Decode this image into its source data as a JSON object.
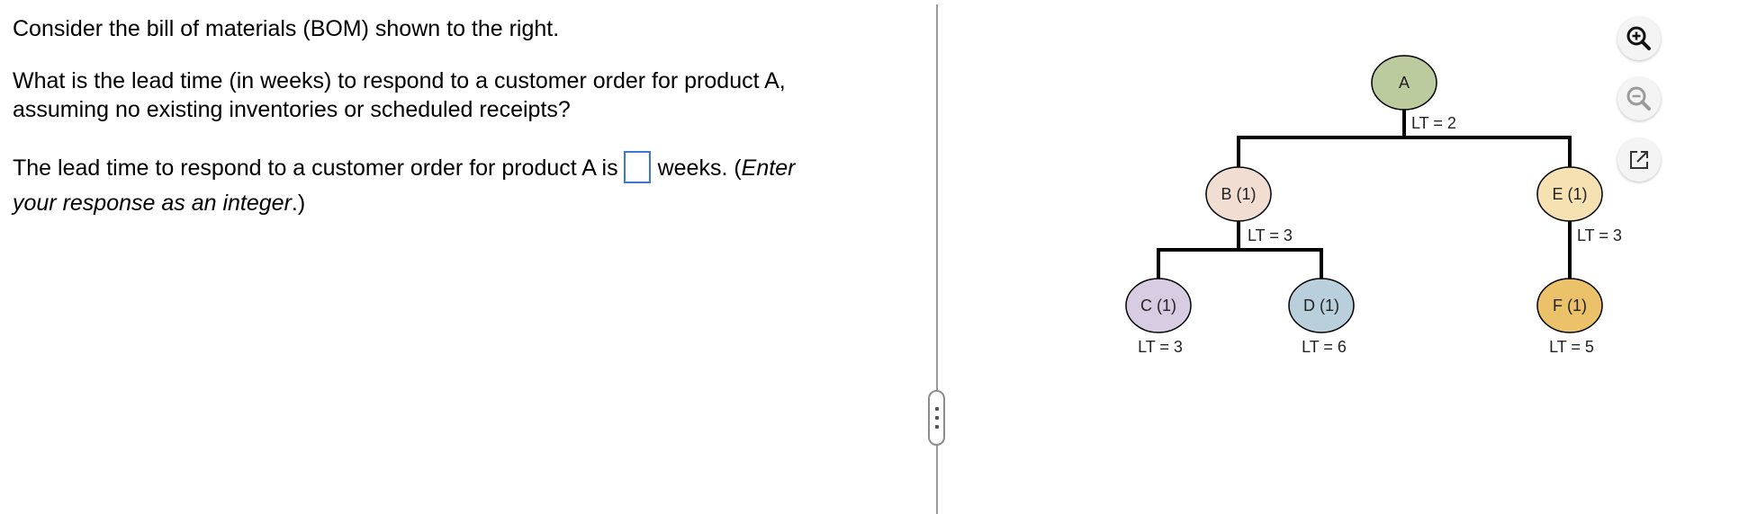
{
  "question": {
    "line1": "Consider the bill of materials (BOM) shown to the right.",
    "line2a": "What is the lead time (in weeks) to respond to a customer order for product A,",
    "line2b": "assuming no existing inventories or scheduled receipts?",
    "line3_prefix": "The lead time to respond to a customer order for product A is",
    "line3_suffix": "weeks. (",
    "line3_italic": "Enter",
    "line4_italic": "your response as an integer",
    "line4_suffix": ".)"
  },
  "answer": {
    "value": ""
  },
  "bom": {
    "nodes": [
      {
        "id": "A",
        "label": "A",
        "color": "#bccb9e"
      },
      {
        "id": "B",
        "label": "B (1)",
        "color": "#f2ddd2"
      },
      {
        "id": "E",
        "label": "E (1)",
        "color": "#f6e1b2"
      },
      {
        "id": "C",
        "label": "C (1)",
        "color": "#d8cce3"
      },
      {
        "id": "D",
        "label": "D (1)",
        "color": "#b9cfdc"
      },
      {
        "id": "F",
        "label": "F (1)",
        "color": "#ebc169"
      }
    ],
    "lead_times": {
      "A": "LT = 2",
      "B": "LT = 3",
      "E": "LT = 3",
      "C": "LT = 3",
      "D": "LT = 6",
      "F": "LT = 5"
    }
  },
  "tools": {
    "zoom_in": "zoom-in-icon",
    "zoom_out": "zoom-out-icon",
    "popout": "popout-icon"
  }
}
